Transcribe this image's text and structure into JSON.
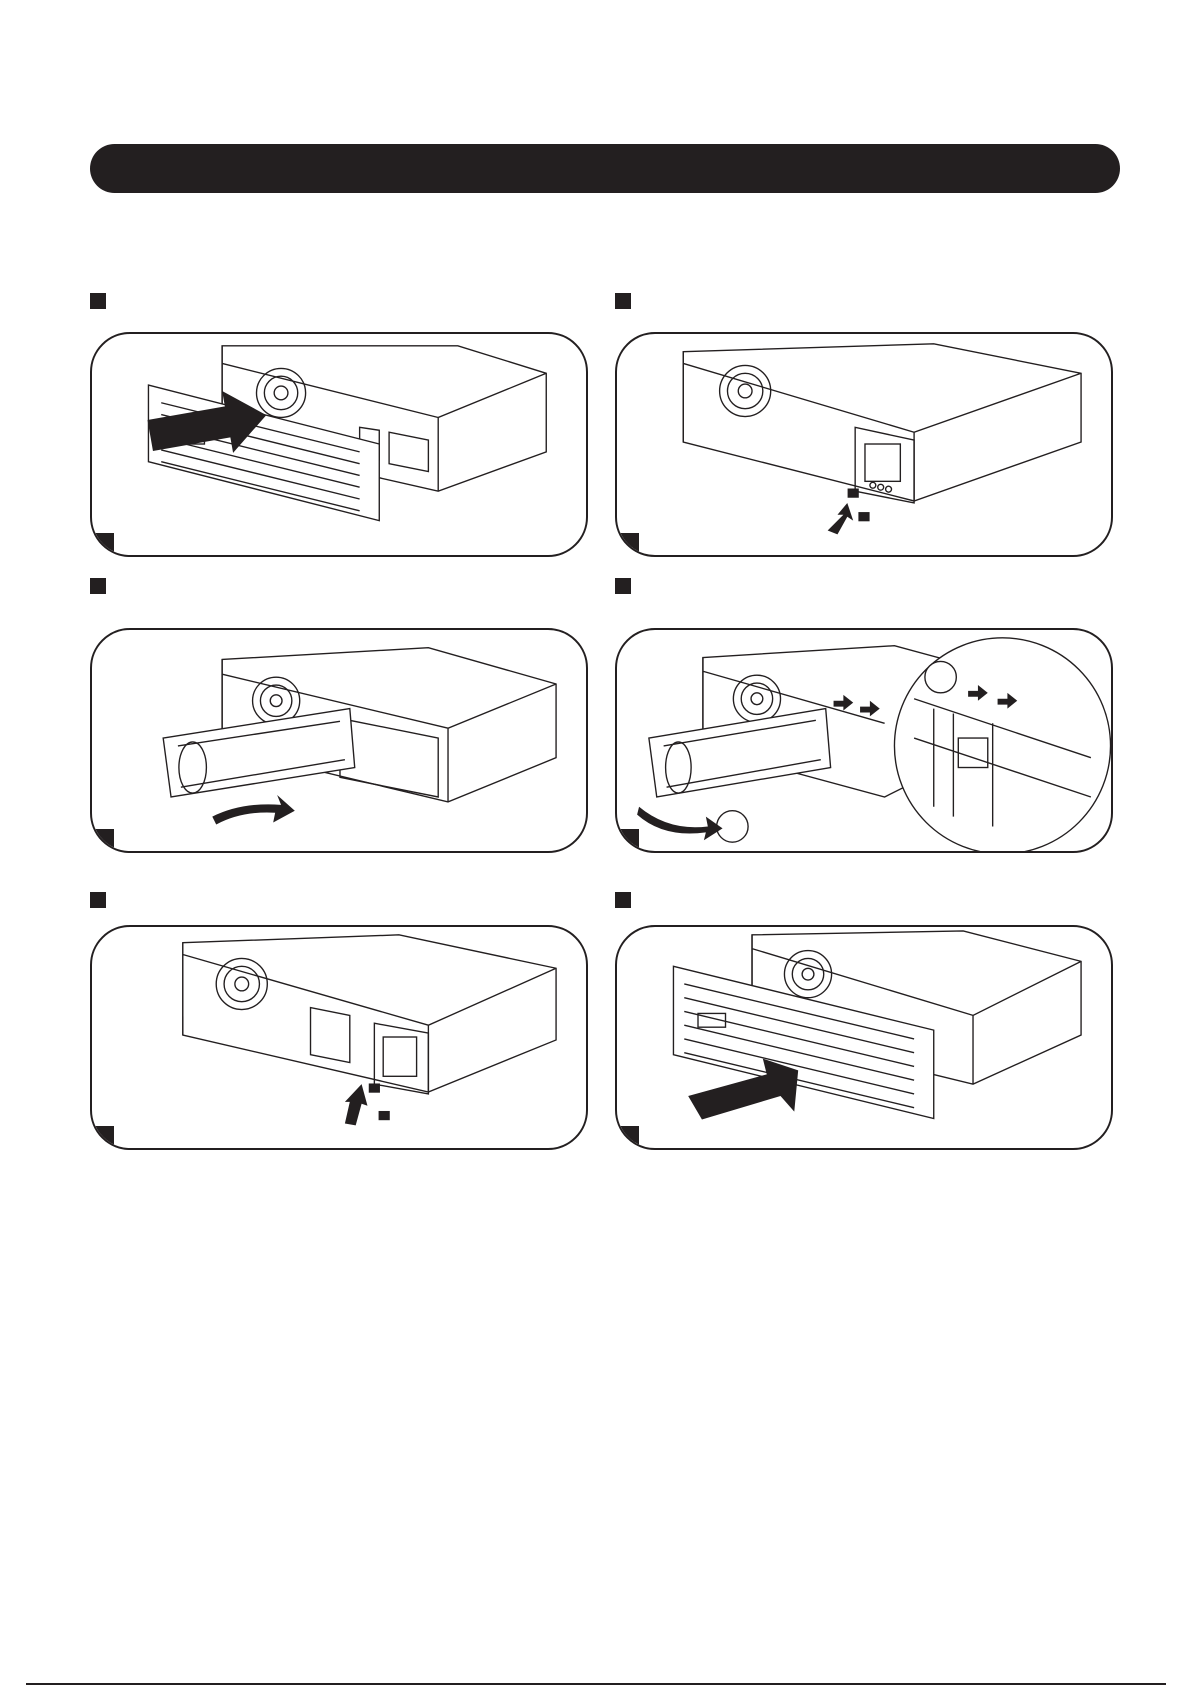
{
  "page": {
    "colors": {
      "ink": "#231f20",
      "paper": "#ffffff"
    },
    "header": {
      "text": ""
    },
    "steps": [
      {
        "id": "1",
        "icon": "bezel-removal-illustration"
      },
      {
        "id": "2",
        "icon": "screw-removal-illustration"
      },
      {
        "id": "3",
        "icon": "battery-pull-out-illustration"
      },
      {
        "id": "4",
        "icon": "battery-connector-illustration"
      },
      {
        "id": "5",
        "icon": "screw-insertion-illustration"
      },
      {
        "id": "6",
        "icon": "bezel-installation-illustration"
      }
    ]
  }
}
